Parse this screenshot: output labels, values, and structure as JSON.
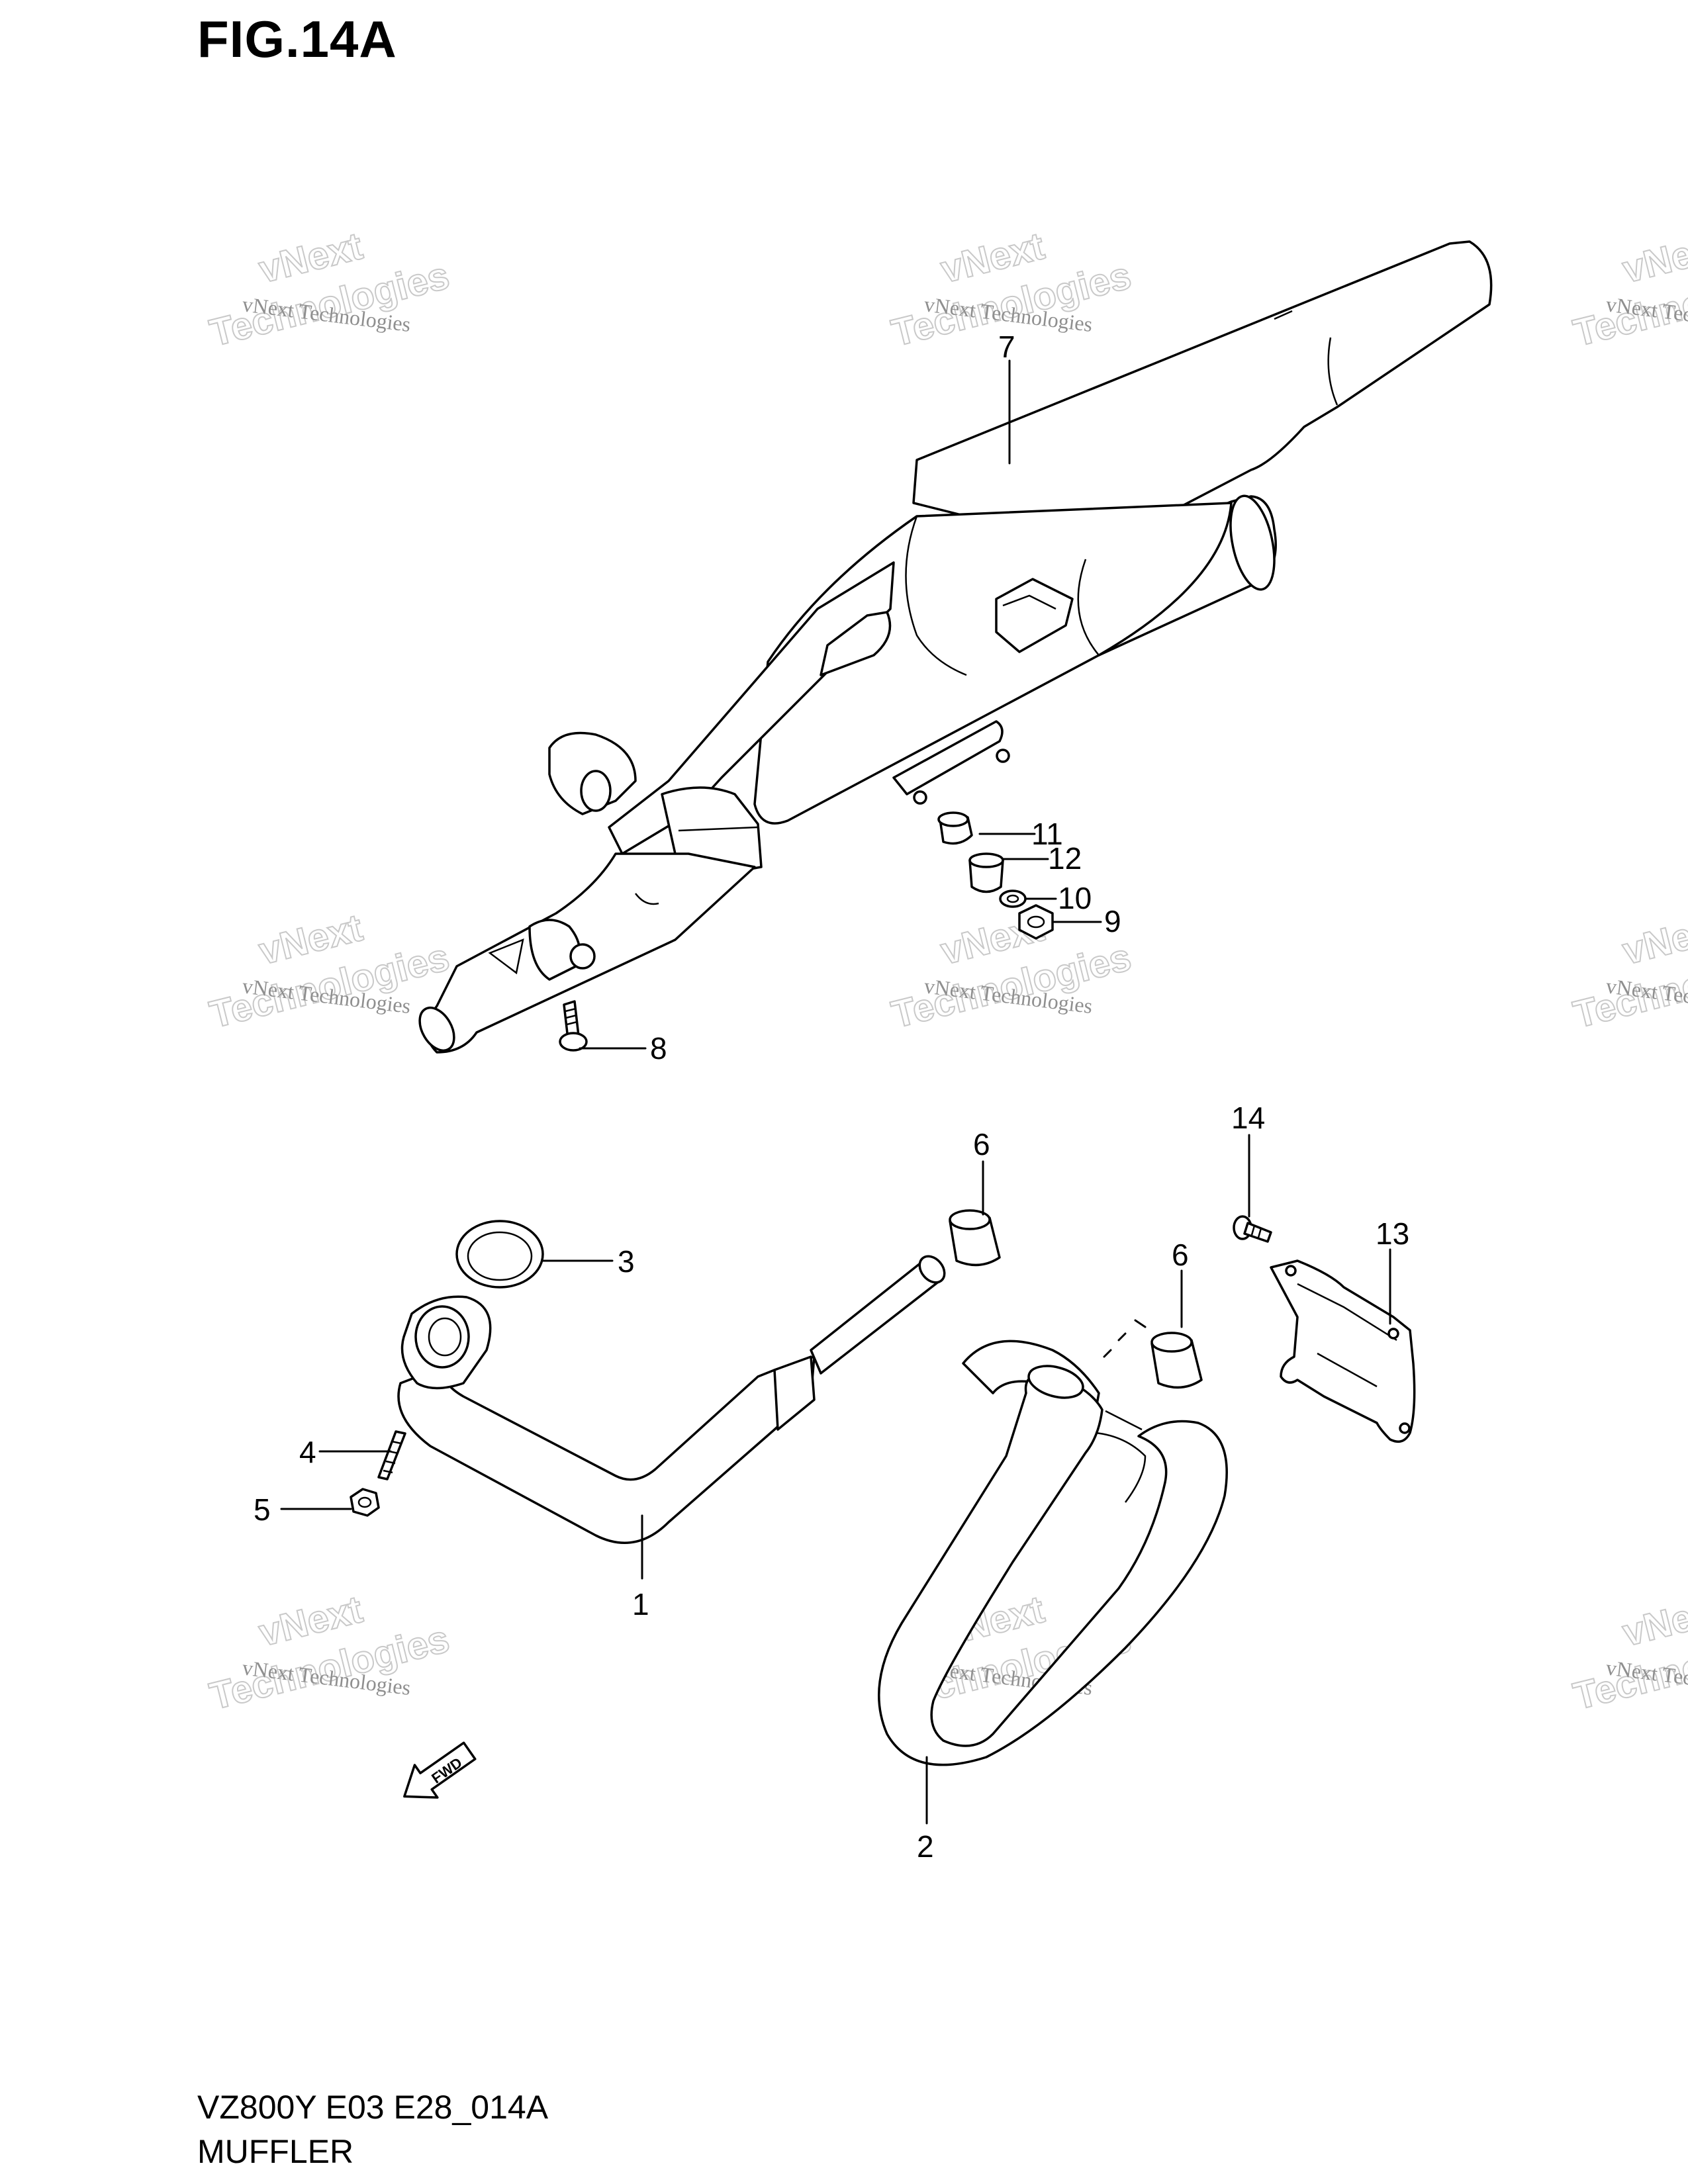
{
  "header": {
    "figure_label": "FIG.14A"
  },
  "footer": {
    "code": "VZ800Y E03 E28_014A",
    "name": "MUFFLER"
  },
  "watermark": {
    "line1": "vNext Technologies",
    "line2": "vNext",
    "line3": "Technologies"
  },
  "fwd_label": "FWD",
  "callouts": [
    "1",
    "2",
    "3",
    "4",
    "5",
    "6",
    "6",
    "7",
    "8",
    "9",
    "10",
    "11",
    "12",
    "13",
    "14"
  ]
}
